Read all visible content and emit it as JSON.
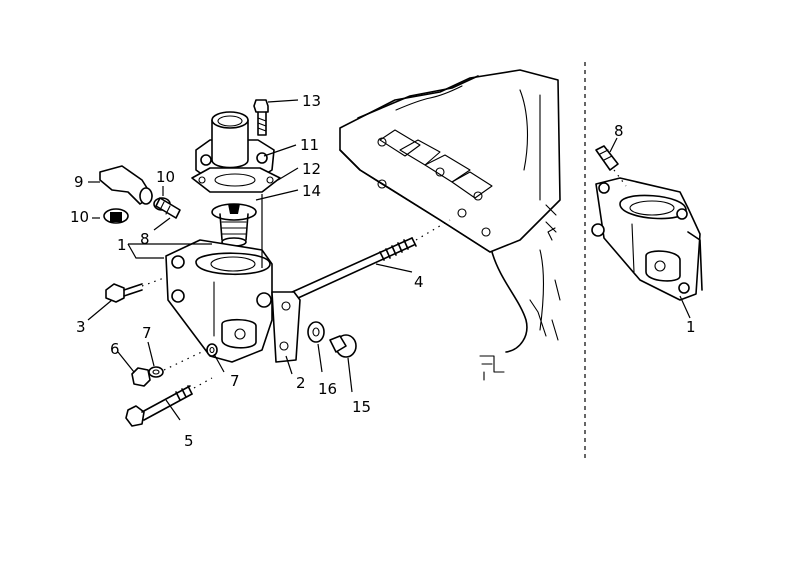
{
  "callouts": {
    "c1a": "1",
    "c1b": "1",
    "c2": "2",
    "c3": "3",
    "c4": "4",
    "c5": "5",
    "c6": "6",
    "c7a": "7",
    "c7b": "7",
    "c8a": "8",
    "c8b": "8",
    "c9": "9",
    "c10a": "10",
    "c10b": "10",
    "c11": "11",
    "c12": "12",
    "c13": "13",
    "c14": "14",
    "c15": "15",
    "c16": "16"
  }
}
